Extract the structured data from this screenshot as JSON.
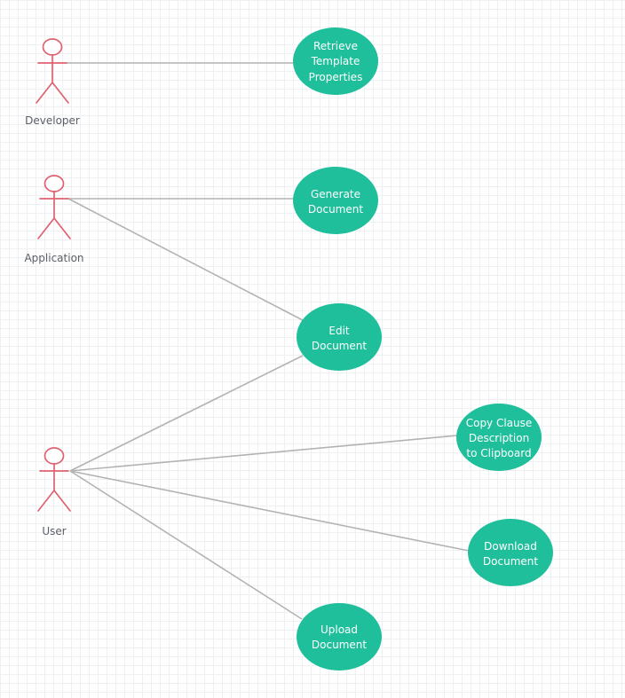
{
  "colors": {
    "actor": "#e06270",
    "use_case_fill": "#1fbf9c",
    "association_line": "#b3b3b3",
    "grid": "#eef0f2"
  },
  "actors": [
    {
      "id": "developer",
      "label": "Developer",
      "icon": "stick-figure-icon"
    },
    {
      "id": "application",
      "label": "Application",
      "icon": "stick-figure-icon"
    },
    {
      "id": "user",
      "label": "User",
      "icon": "stick-figure-icon"
    }
  ],
  "use_cases": [
    {
      "id": "retrieve",
      "lines": [
        "Retrieve",
        "Template",
        "Properties"
      ]
    },
    {
      "id": "generate",
      "lines": [
        "Generate",
        "Document"
      ]
    },
    {
      "id": "edit",
      "lines": [
        "Edit",
        "Document"
      ]
    },
    {
      "id": "copy",
      "lines": [
        "Copy Clause",
        "Description",
        "to Clipboard"
      ]
    },
    {
      "id": "download",
      "lines": [
        "Download",
        "Document"
      ]
    },
    {
      "id": "upload",
      "lines": [
        "Upload",
        "Document"
      ]
    }
  ],
  "associations": [
    {
      "from": "developer",
      "to": "retrieve"
    },
    {
      "from": "application",
      "to": "generate"
    },
    {
      "from": "application",
      "to": "edit"
    },
    {
      "from": "user",
      "to": "edit"
    },
    {
      "from": "user",
      "to": "copy"
    },
    {
      "from": "user",
      "to": "download"
    },
    {
      "from": "user",
      "to": "upload"
    }
  ]
}
